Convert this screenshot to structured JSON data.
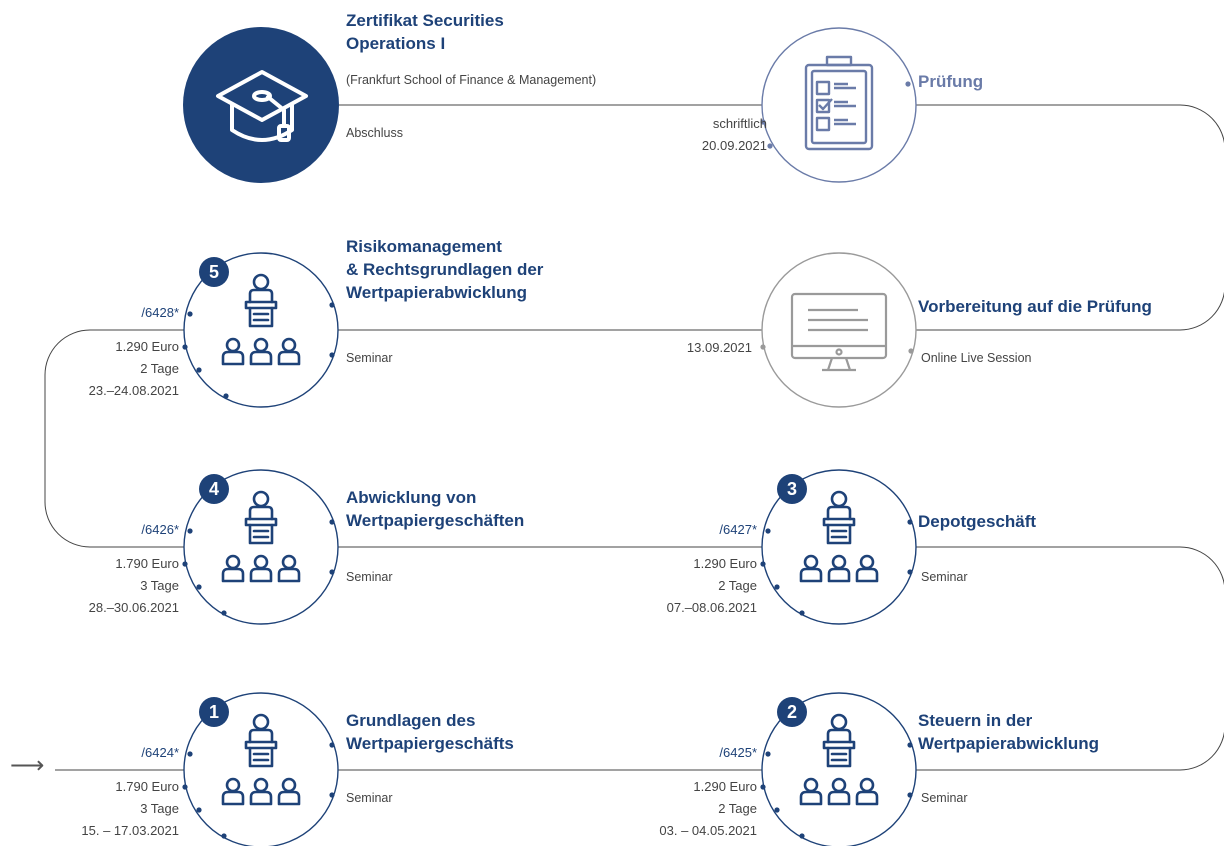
{
  "certificate": {
    "title_line1": "Zertifikat Securities",
    "title_line2": "Operations I",
    "institution": "(Frankfurt School of Finance & Management)",
    "kind": "Abschluss",
    "icon": "graduation-cap-icon"
  },
  "exam": {
    "title": "Prüfung",
    "mode": "schriftlich",
    "date": "20.09.2021",
    "icon": "checklist-clipboard-icon"
  },
  "prep": {
    "title": "Vorbereitung auf die Prüfung",
    "kind": "Online Live Session",
    "date": "13.09.2021",
    "icon": "monitor-icon"
  },
  "modules": [
    {
      "number": "1",
      "title_line1": "Grundlagen des",
      "title_line2": "Wertpapiergeschäfts",
      "title_line3": "",
      "code": "/6424*",
      "price": "1.790 Euro",
      "duration": "3 Tage",
      "date": "15. – 17.03.2021",
      "kind": "Seminar"
    },
    {
      "number": "2",
      "title_line1": "Steuern in der",
      "title_line2": "Wertpapierabwicklung",
      "title_line3": "",
      "code": "/6425*",
      "price": "1.290 Euro",
      "duration": "2 Tage",
      "date": "03. – 04.05.2021",
      "kind": "Seminar"
    },
    {
      "number": "3",
      "title_line1": "Depotgeschäft",
      "title_line2": "",
      "title_line3": "",
      "code": "/6427*",
      "price": "1.290 Euro",
      "duration": "2 Tage",
      "date": "07.–08.06.2021",
      "kind": "Seminar"
    },
    {
      "number": "4",
      "title_line1": "Abwicklung von",
      "title_line2": "Wertpapiergeschäften",
      "title_line3": "",
      "code": "/6426*",
      "price": "1.790 Euro",
      "duration": "3 Tage",
      "date": "28.–30.06.2021",
      "kind": "Seminar"
    },
    {
      "number": "5",
      "title_line1": "Risikomanagement",
      "title_line2": "& Rechtsgrundlagen der",
      "title_line3": "Wertpapierabwicklung",
      "code": "/6428*",
      "price": "1.290 Euro",
      "duration": "2 Tage",
      "date": "23.–24.08.2021",
      "kind": "Seminar"
    }
  ],
  "module_icon": "seminar-speaker-audience-icon",
  "colors": {
    "navy": "#1e4278",
    "exam_circle": "#6a7ba8",
    "prep_circle": "#9a9a9a",
    "path": "#444444"
  }
}
